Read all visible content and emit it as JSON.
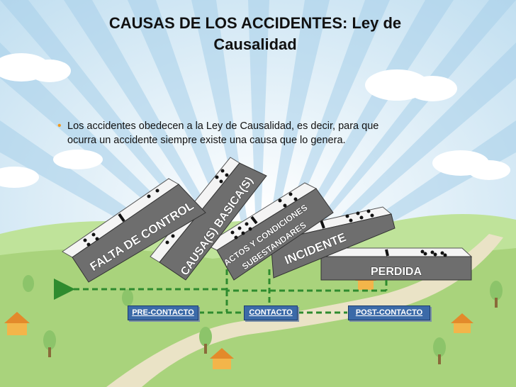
{
  "title": {
    "line1": "CAUSAS DE LOS ACCIDENTES: Ley de",
    "line2": "Causalidad"
  },
  "bullet": {
    "line1": "Los accidentes obedecen a la Ley de Causalidad, es decir, para que",
    "line2": "ocurra un accidente siempre existe una causa que lo genera."
  },
  "dominoes": {
    "falta_de_control": "FALTA DE CONTROL",
    "causas_basicas": "CAUSA(S) BASICA(S)",
    "actos_line1": "ACTOS Y CONDICIONES",
    "actos_line2": "SUBESTANDARES",
    "incidente": "INCIDENTE",
    "perdida": "PERDIDA"
  },
  "phases": {
    "pre_contacto": "PRE-CONTACTO",
    "contacto": "CONTACTO",
    "post_contacto": "POST-CONTACTO"
  },
  "colors": {
    "sky": "#cfe6f4",
    "ground": "#a9d37c",
    "road": "#e8e0c2",
    "arrow": "#2e8b2e",
    "box": "#3b6aa8",
    "bullet": "#f39a1d",
    "domino": "#6e6e6e"
  }
}
